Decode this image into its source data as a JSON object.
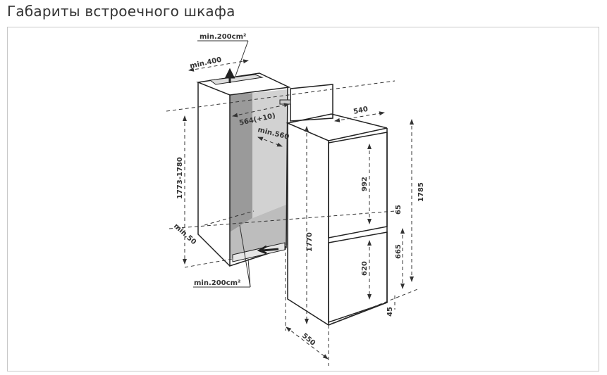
{
  "title": "Габариты встроечного шкафа",
  "diagram": {
    "labels": {
      "top_vent": "min.200cm²",
      "top_width": "min.400",
      "niche_depth": "564(+10)",
      "niche_width": "min.560",
      "appliance_depth_top": "540",
      "niche_height": "1773-1780",
      "plinth_gap": "min.50",
      "bottom_vent": "min.200cm²",
      "appliance_height": "1770",
      "upper_door": "992",
      "lower_door": "620",
      "door_gap": "65",
      "lower_section": "665",
      "total_height": "1785",
      "bottom_offset": "45",
      "appliance_depth": "550"
    },
    "colors": {
      "niche_shade": "#9a9a9a",
      "niche_light": "#d0d0d0",
      "line": "#222222"
    }
  }
}
